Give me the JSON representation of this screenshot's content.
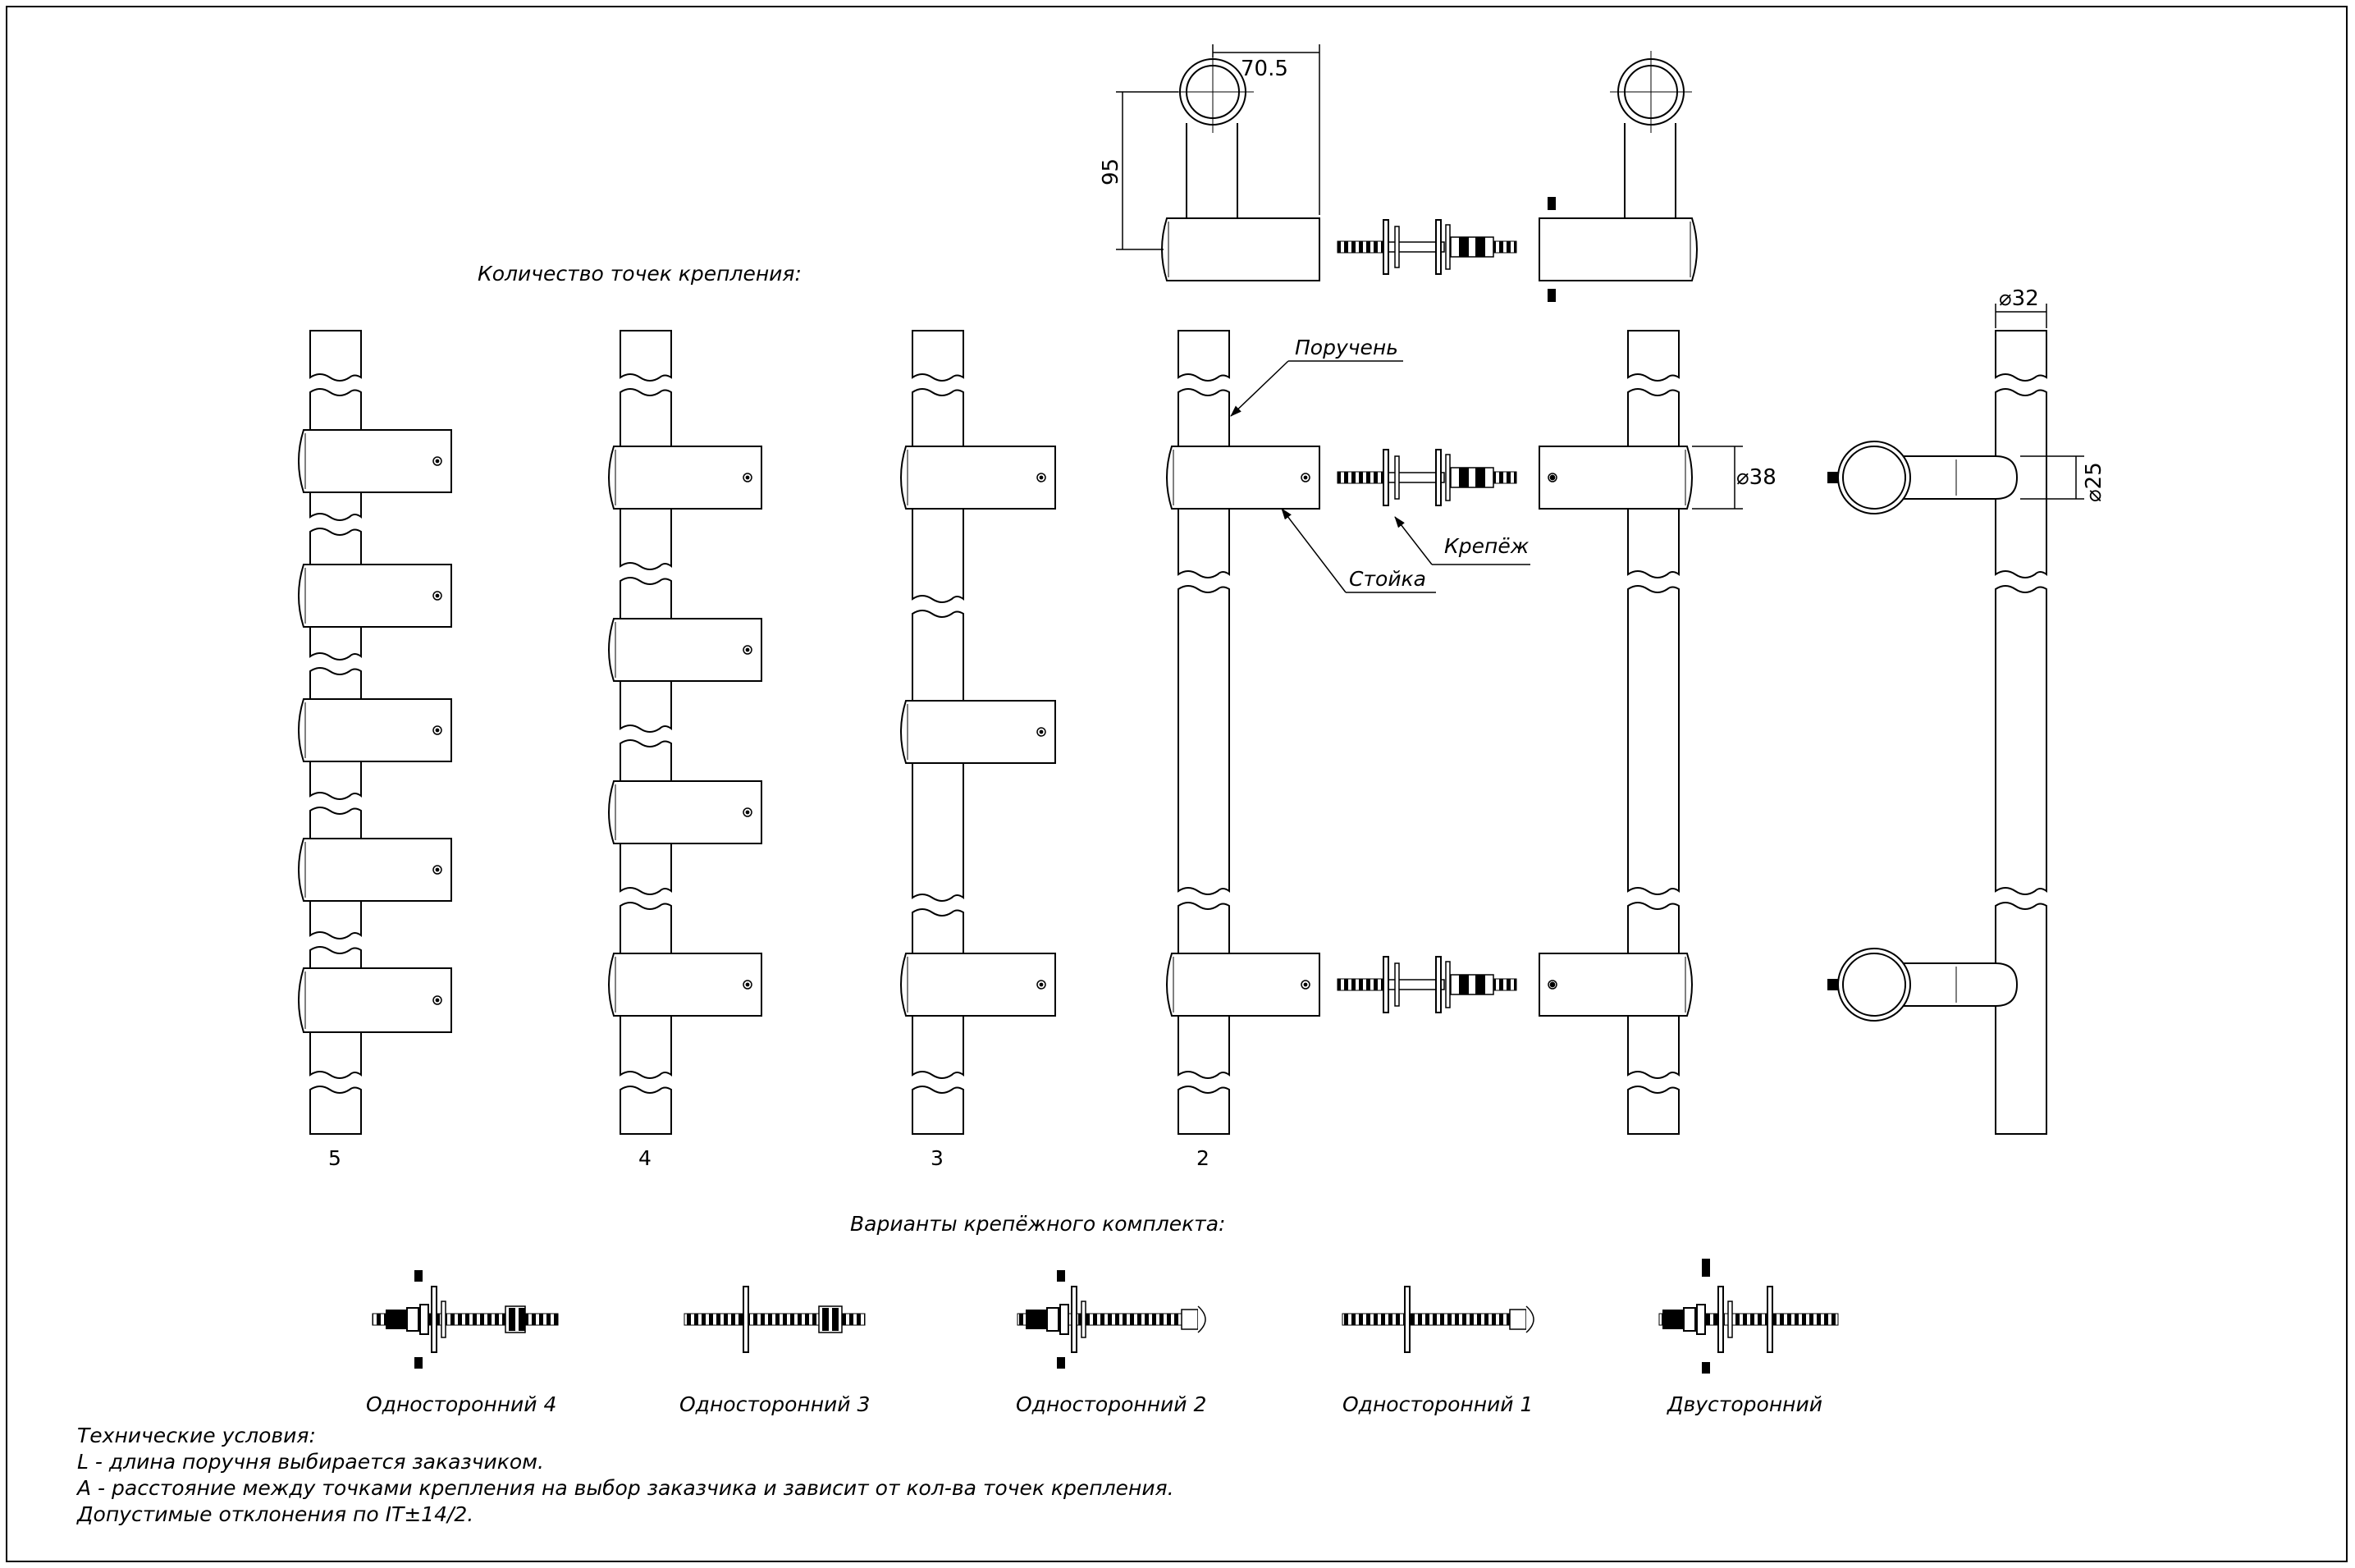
{
  "headings": {
    "attachment_points": "Количество точек крепления:",
    "kit_variants": "Варианты крепёжного комплекта:"
  },
  "column_labels": [
    "5",
    "4",
    "3",
    "2"
  ],
  "callouts": {
    "handrail": "Поручень",
    "fastener": "Крепёж",
    "post": "Стойка"
  },
  "dimensions": {
    "width": "70.5",
    "height": "95",
    "tube_diameter": "⌀32",
    "post_diameter": "⌀38",
    "rod_diameter": "⌀25"
  },
  "kit_labels": [
    "Односторонний 4",
    "Односторонний 3",
    "Односторонний 2",
    "Односторонний 1",
    "Двусторонний"
  ],
  "tech_conditions": {
    "title": "Технические условия:",
    "line1": "L - длина поручня выбирается заказчиком.",
    "line2": "A - расстояние между точками крепления на выбор заказчика и зависит от кол-ва точек крепления.",
    "line3": "Допустимые отклонения по IT±14/2."
  }
}
